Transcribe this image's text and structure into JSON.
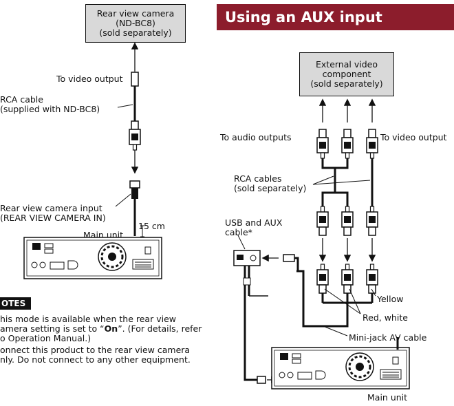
{
  "left": {
    "camera_box": [
      "Rear view camera",
      "(ND-BC8)",
      "(sold separately)"
    ],
    "to_video_output": "To video output",
    "rca_cable": [
      "RCA cable",
      "(supplied with ND-BC8)"
    ],
    "camera_input": [
      "Rear view camera input",
      "(REAR VIEW CAMERA IN)"
    ],
    "distance": "15 cm",
    "main_unit": "Main unit",
    "notes_title": "OTES",
    "notes": [
      "his mode is available when the rear view",
      "amera setting is set to “",
      "On",
      "”. (For details, refer",
      "o Operation Manual.)",
      "onnect this product to the rear view camera",
      "nly. Do not connect to any other equipment."
    ]
  },
  "right": {
    "title": "Using an AUX input",
    "component_box": [
      "External video",
      "component",
      "(sold separately)"
    ],
    "to_audio_outputs": "To audio outputs",
    "to_video_output": "To video output",
    "rca_cables": [
      "RCA cables",
      "(sold separately)"
    ],
    "usb_aux": [
      "USB and AUX",
      "cable*"
    ],
    "yellow": "Yellow",
    "red_white": "Red, white",
    "minijack": "Mini-jack AV cable",
    "main_unit": "Main unit"
  },
  "colors": {
    "banner": "#8c1d2c",
    "box_fill": "#d9d9d9"
  }
}
